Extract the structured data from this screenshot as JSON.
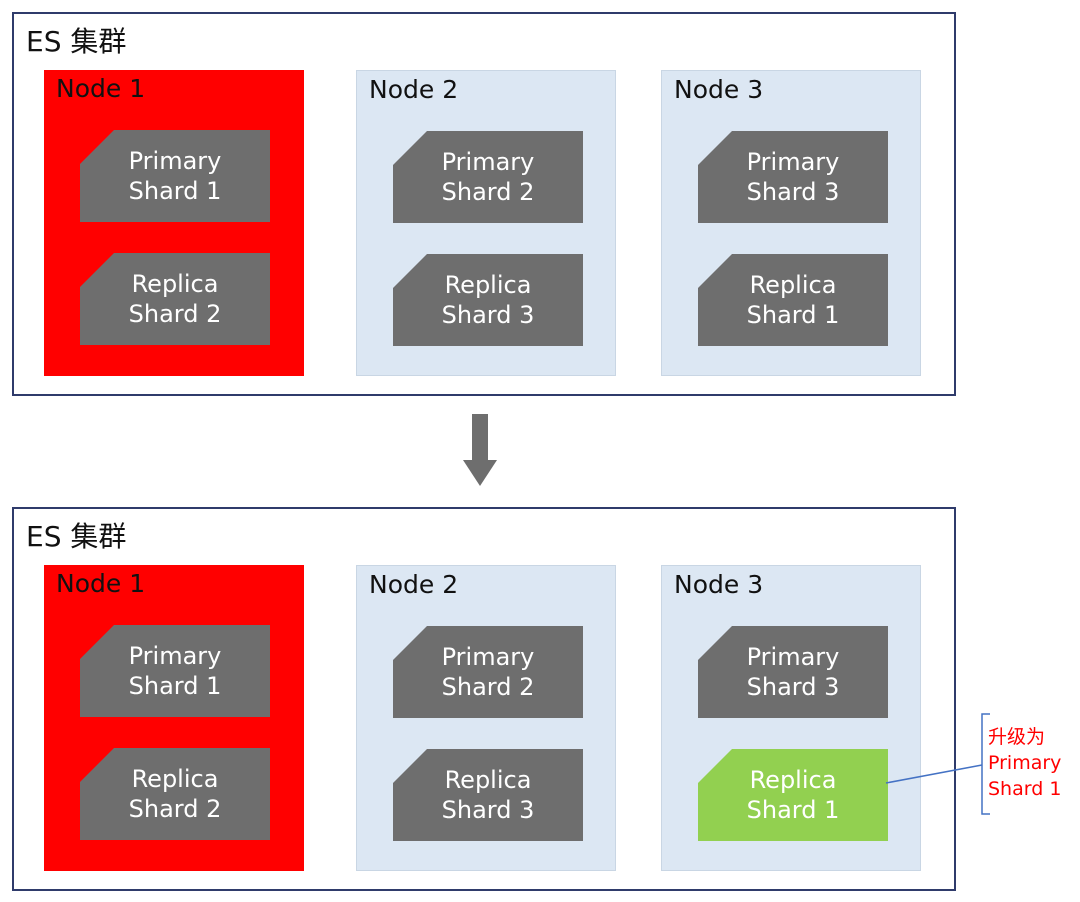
{
  "clusters": [
    {
      "title": "ES 集群",
      "nodes": [
        {
          "label": "Node 1",
          "state": "down",
          "shards": [
            {
              "line1": "Primary",
              "line2": "Shard 1"
            },
            {
              "line1": "Replica",
              "line2": "Shard 2"
            }
          ]
        },
        {
          "label": "Node 2",
          "state": "up",
          "shards": [
            {
              "line1": "Primary",
              "line2": "Shard 2"
            },
            {
              "line1": "Replica",
              "line2": "Shard 3"
            }
          ]
        },
        {
          "label": "Node 3",
          "state": "up",
          "shards": [
            {
              "line1": "Primary",
              "line2": "Shard 3"
            },
            {
              "line1": "Replica",
              "line2": "Shard 1"
            }
          ]
        }
      ]
    },
    {
      "title": "ES 集群",
      "nodes": [
        {
          "label": "Node 1",
          "state": "down",
          "shards": [
            {
              "line1": "Primary",
              "line2": "Shard 1"
            },
            {
              "line1": "Replica",
              "line2": "Shard 2"
            }
          ]
        },
        {
          "label": "Node 2",
          "state": "up",
          "shards": [
            {
              "line1": "Primary",
              "line2": "Shard 2"
            },
            {
              "line1": "Replica",
              "line2": "Shard 3"
            }
          ]
        },
        {
          "label": "Node 3",
          "state": "up",
          "shards": [
            {
              "line1": "Primary",
              "line2": "Shard 3"
            },
            {
              "line1": "Replica",
              "line2": "Shard 1",
              "promoted": true
            }
          ]
        }
      ]
    }
  ],
  "annotation": {
    "line1": "升级为",
    "line2": "Primary",
    "line3": "Shard 1"
  },
  "colors": {
    "failed_node": "#ff0000",
    "healthy_node": "#dce7f3",
    "shard": "#6e6e6e",
    "promoted_shard": "#92d050",
    "annotation_text": "#ff0000",
    "annotation_line": "#4472c4",
    "cluster_border": "#2f3b6b",
    "arrow": "#6e6e6e"
  }
}
